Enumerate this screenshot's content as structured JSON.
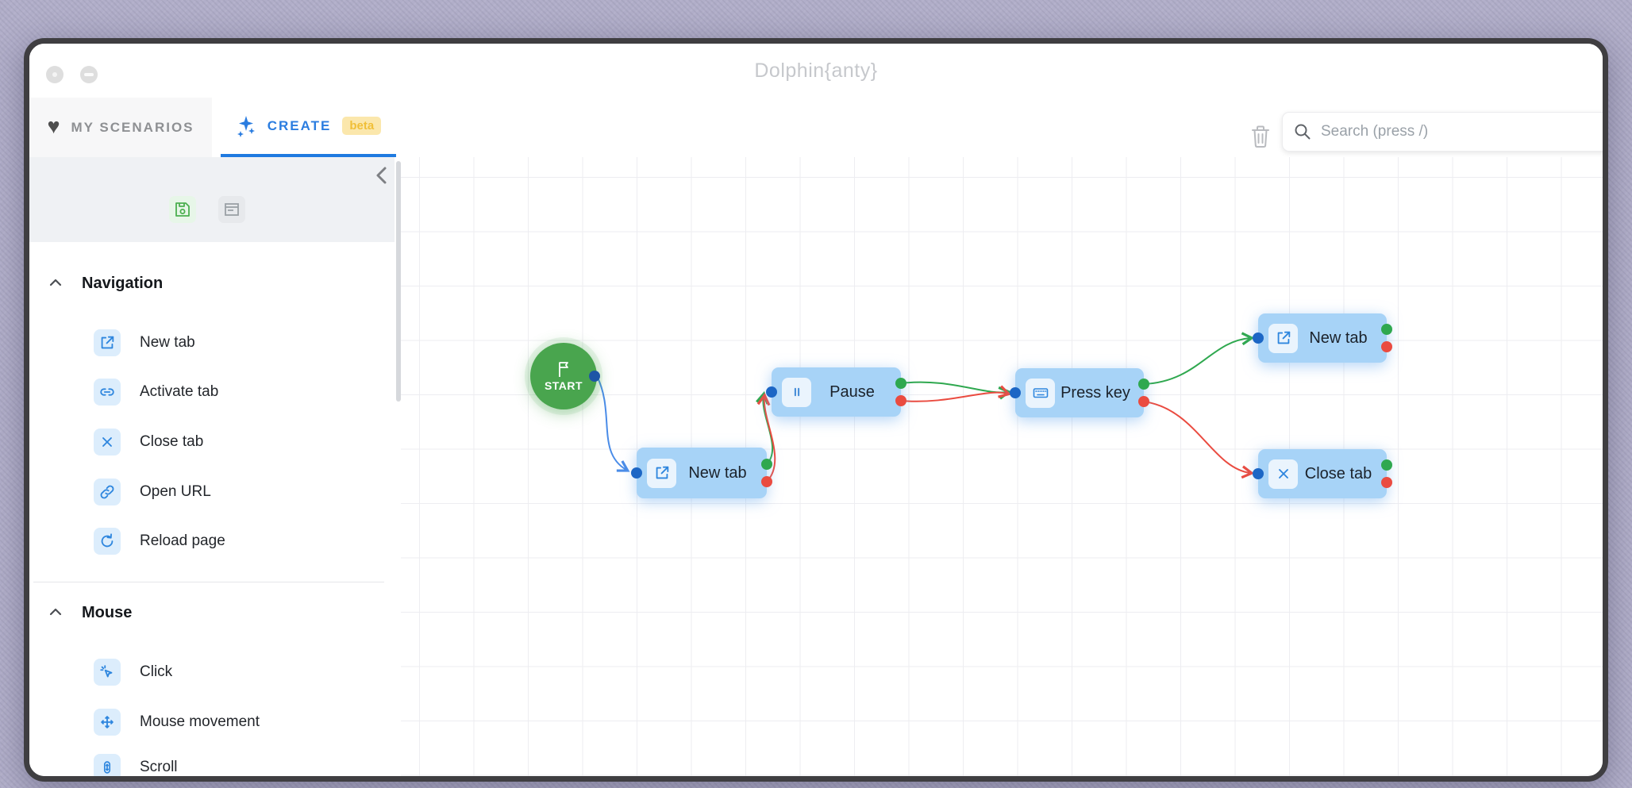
{
  "window": {
    "title": "Dolphin{anty}"
  },
  "tabs": {
    "my_scenarios": "MY SCENARIOS",
    "create": "CREATE",
    "beta_badge": "beta"
  },
  "toolbar": {
    "search_placeholder": "Search (press /)",
    "icons": [
      "trash-icon",
      "search-icon"
    ]
  },
  "sidebar": {
    "header_icons": [
      "save-icon",
      "log-panel-icon",
      "collapse-chevron-icon"
    ],
    "sections": [
      {
        "title": "Navigation",
        "items": [
          {
            "label": "New tab",
            "icon": "new-tab-icon"
          },
          {
            "label": "Activate tab",
            "icon": "activate-tab-icon"
          },
          {
            "label": "Close tab",
            "icon": "close-tab-icon"
          },
          {
            "label": "Open URL",
            "icon": "open-url-icon"
          },
          {
            "label": "Reload page",
            "icon": "reload-page-icon"
          }
        ]
      },
      {
        "title": "Mouse",
        "items": [
          {
            "label": "Click",
            "icon": "click-icon"
          },
          {
            "label": "Mouse movement",
            "icon": "mouse-movement-icon"
          },
          {
            "label": "Scroll",
            "icon": "scroll-icon"
          }
        ]
      }
    ]
  },
  "canvas": {
    "nodes": [
      {
        "id": "start",
        "label": "START",
        "type": "start",
        "icon": "flag-icon"
      },
      {
        "id": "new-tab-1",
        "label": "New tab",
        "type": "action",
        "icon": "new-tab-icon"
      },
      {
        "id": "pause",
        "label": "Pause",
        "type": "action",
        "icon": "pause-icon"
      },
      {
        "id": "press-key",
        "label": "Press key",
        "type": "action",
        "icon": "keyboard-icon"
      },
      {
        "id": "new-tab-2",
        "label": "New tab",
        "type": "action",
        "icon": "new-tab-icon"
      },
      {
        "id": "close-tab",
        "label": "Close tab",
        "type": "action",
        "icon": "close-tab-icon"
      }
    ],
    "edges": [
      {
        "from": "start",
        "to": "new-tab-1",
        "type": "default",
        "color": "#4a8ce8"
      },
      {
        "from": "new-tab-1",
        "to": "pause",
        "type": "success",
        "color": "#2fa84f"
      },
      {
        "from": "new-tab-1",
        "to": "pause",
        "type": "error",
        "color": "#ea4b40"
      },
      {
        "from": "pause",
        "to": "press-key",
        "type": "success",
        "color": "#2fa84f"
      },
      {
        "from": "pause",
        "to": "press-key",
        "type": "error",
        "color": "#ea4b40"
      },
      {
        "from": "press-key",
        "to": "new-tab-2",
        "type": "success",
        "color": "#2fa84f"
      },
      {
        "from": "press-key",
        "to": "close-tab",
        "type": "error",
        "color": "#ea4b40"
      }
    ]
  },
  "colors": {
    "accent_blue": "#1f7ae0",
    "node_fill": "#a7d3f7",
    "start_green": "#49a54e",
    "port_success": "#2fa84f",
    "port_error": "#ea4b40",
    "port_input": "#1c66c5",
    "badge_bg": "#fbe7ac",
    "badge_text": "#f0bf38",
    "desktop": "#b1aec9"
  }
}
